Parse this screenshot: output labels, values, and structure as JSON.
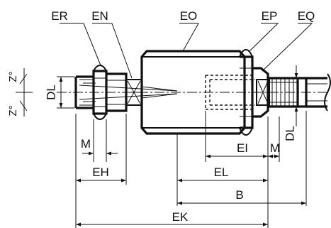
{
  "part_labels": {
    "er": "ER",
    "en": "EN",
    "eo": "EO",
    "ep": "EP",
    "eq": "EQ"
  },
  "dimensions": {
    "dl_left": "DL",
    "dl_right": "DL",
    "z_top": "Z°",
    "z_bottom": "Z°",
    "m_left": "M",
    "m_right": "M",
    "eh": "EH",
    "ei": "EI",
    "el": "EL",
    "b": "B",
    "ek": "EK"
  }
}
